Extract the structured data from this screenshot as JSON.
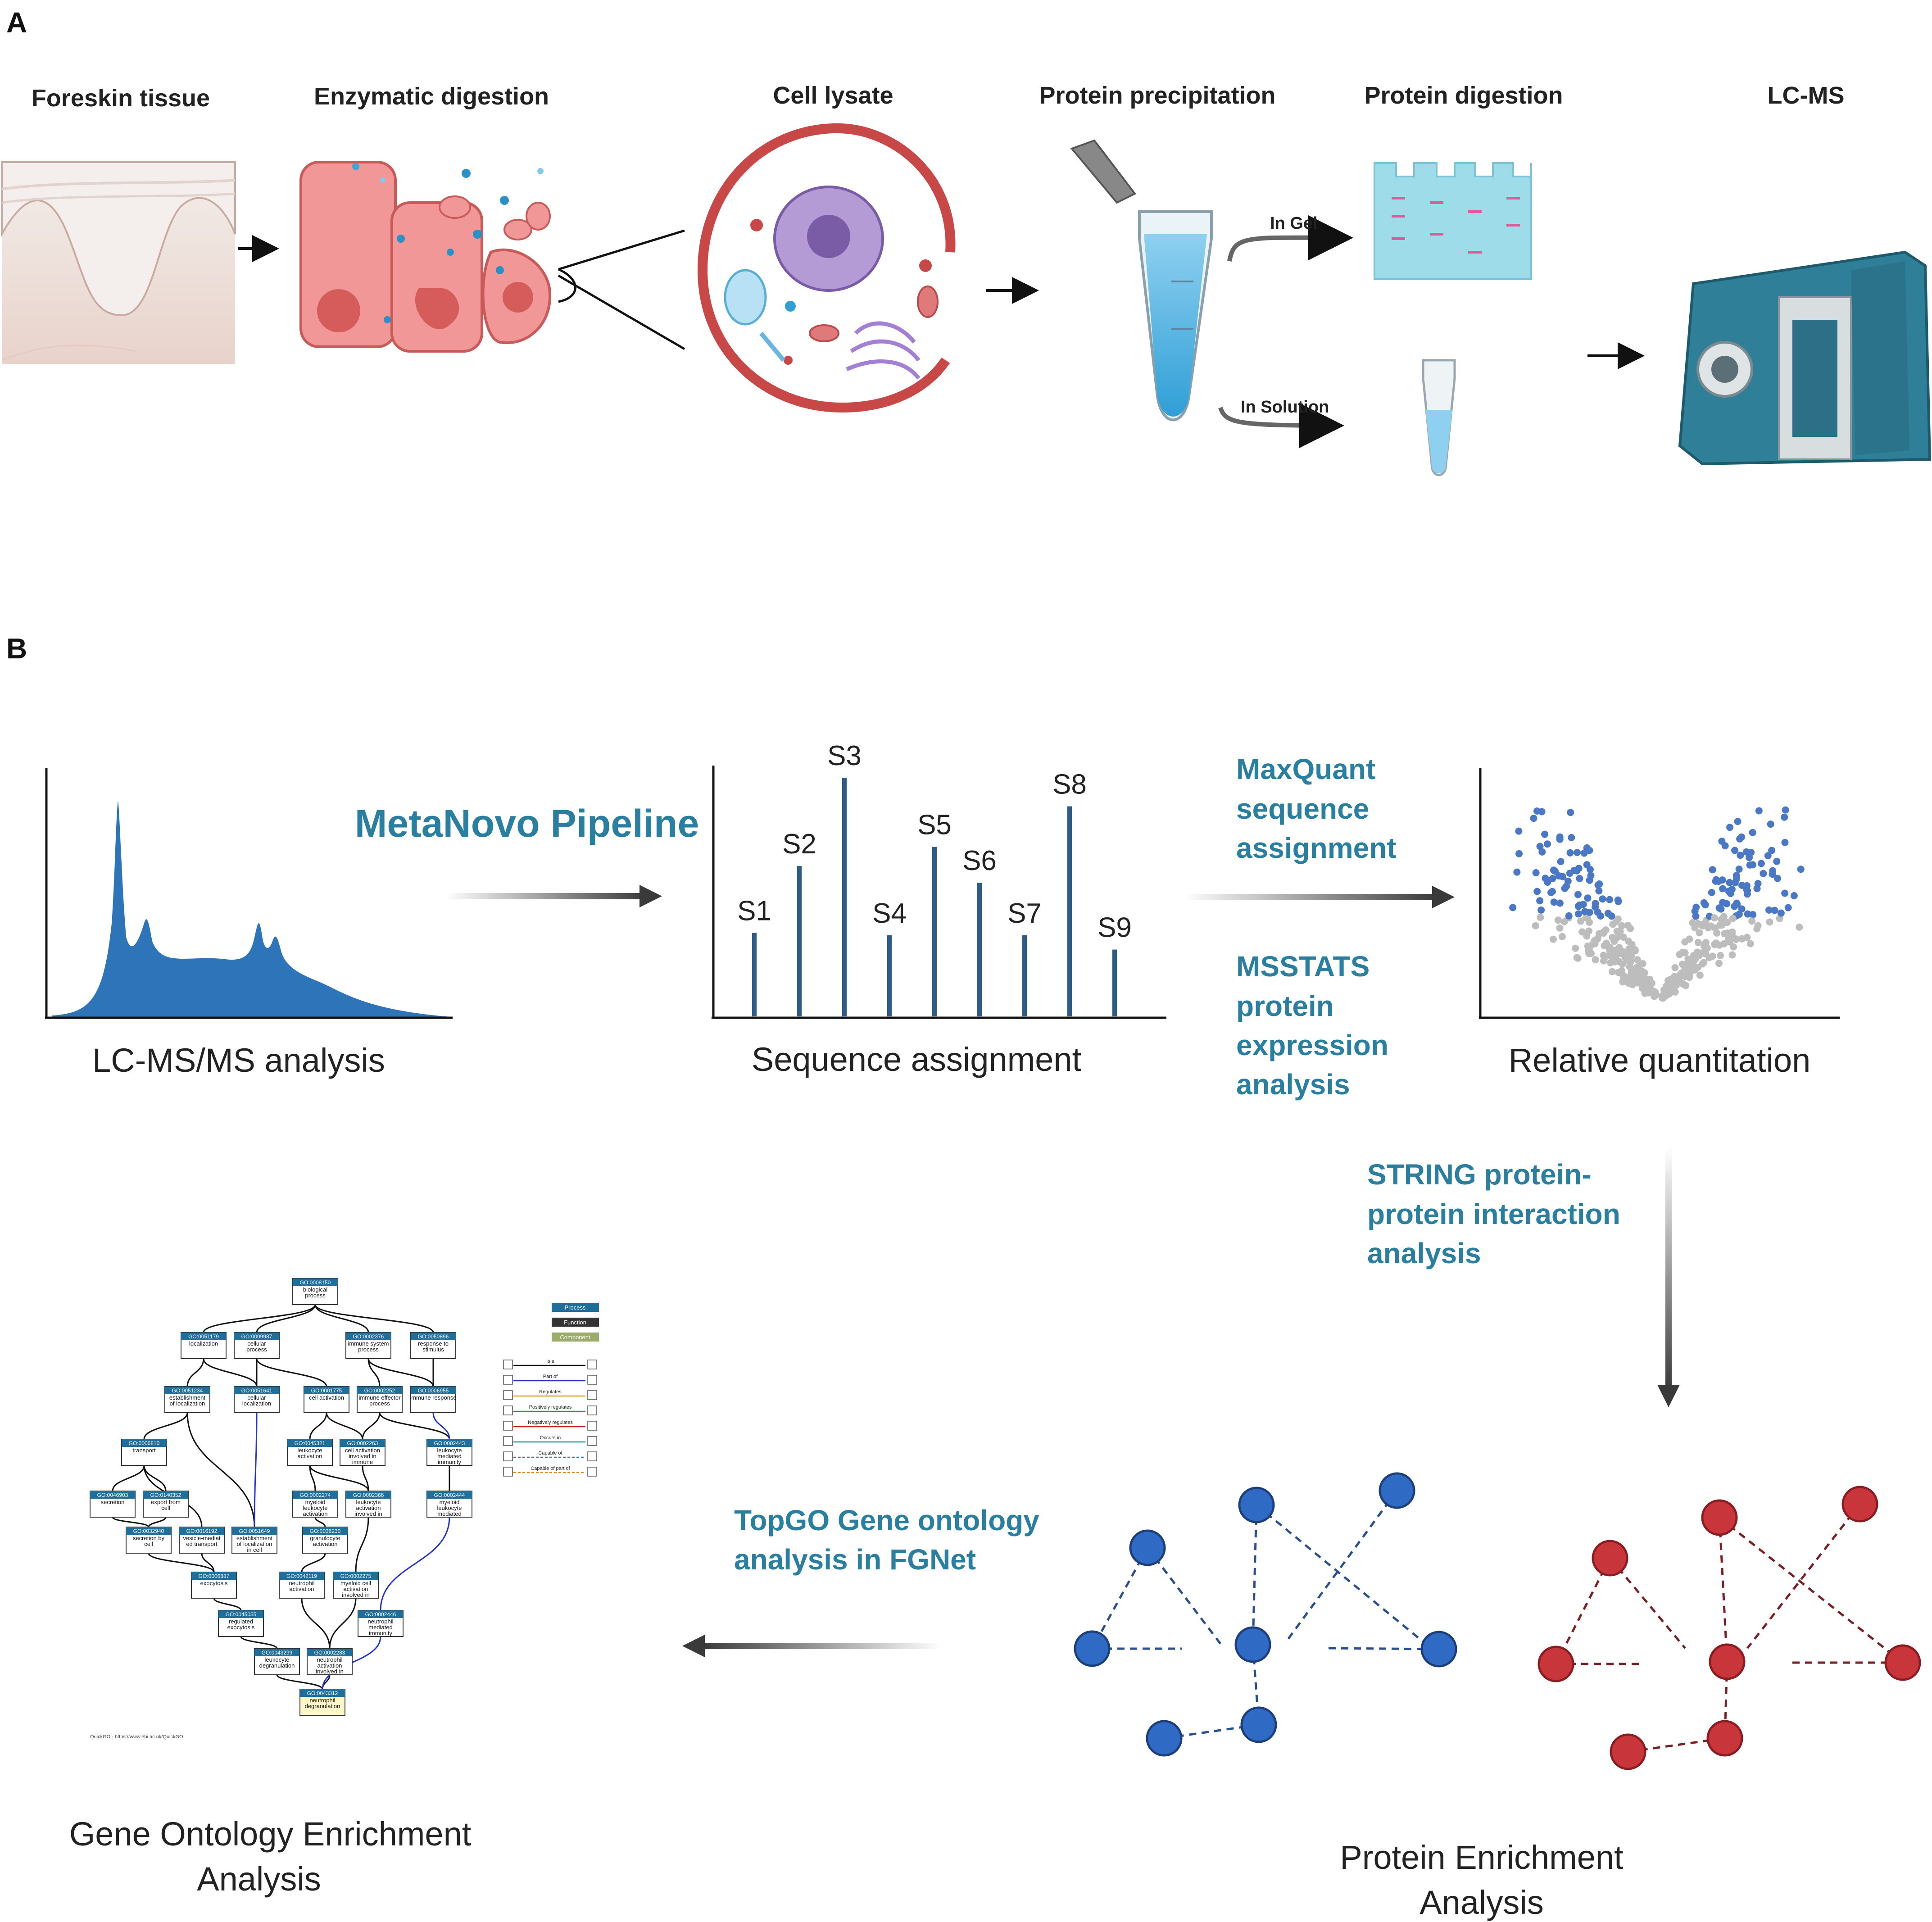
{
  "panel_a": {
    "label": "A",
    "steps": [
      "Foreskin tissue",
      "Enzymatic digestion",
      "Cell lysate",
      "Protein precipitation",
      "Protein digestion",
      "LC-MS"
    ],
    "branch_in_gel": "In Gel",
    "branch_in_solution": "In Solution"
  },
  "panel_b": {
    "label": "B",
    "lcms_caption": "LC-MS/MS analysis",
    "pipeline_label": "MetaNovo Pipeline",
    "seq_caption": "Sequence assignment",
    "seq_bars": [
      {
        "label": "S1",
        "value": 35
      },
      {
        "label": "S2",
        "value": 63
      },
      {
        "label": "S3",
        "value": 100
      },
      {
        "label": "S4",
        "value": 34
      },
      {
        "label": "S5",
        "value": 71
      },
      {
        "label": "S6",
        "value": 56
      },
      {
        "label": "S7",
        "value": 34
      },
      {
        "label": "S8",
        "value": 88
      },
      {
        "label": "S9",
        "value": 28
      }
    ],
    "maxquant_lines": [
      "MaxQuant",
      "sequence",
      "assignment"
    ],
    "msstats_lines": [
      "MSSTATS",
      "protein",
      "expression",
      "analysis"
    ],
    "quant_caption": "Relative quantitation",
    "string_lines": [
      "STRING protein-",
      "protein interaction",
      "analysis"
    ],
    "topgo_lines": [
      "TopGO Gene ontology",
      "analysis in FGNet"
    ],
    "protein_caption_lines": [
      "Protein Enrichment",
      "Analysis"
    ],
    "go_caption_lines": [
      "Gene Ontology Enrichment",
      "Analysis"
    ],
    "go_graph": {
      "nodes": [
        {
          "id": "GO:0008150",
          "label": "biological process"
        },
        {
          "id": "GO:0051179",
          "label": "localization"
        },
        {
          "id": "GO:0009987",
          "label": "cellular process"
        },
        {
          "id": "GO:0002376",
          "label": "immune system process"
        },
        {
          "id": "GO:0050896",
          "label": "response to stimulus"
        },
        {
          "id": "GO:0051234",
          "label": "establishment of localization"
        },
        {
          "id": "GO:0051641",
          "label": "cellular localization"
        },
        {
          "id": "GO:0001775",
          "label": "cell activation"
        },
        {
          "id": "GO:0002252",
          "label": "immune effector process"
        },
        {
          "id": "GO:0006955",
          "label": "immune response"
        },
        {
          "id": "GO:0006810",
          "label": "transport"
        },
        {
          "id": "GO:0045321",
          "label": "leukocyte activation"
        },
        {
          "id": "GO:0002263",
          "label": "cell activation involved in immune"
        },
        {
          "id": "GO:0002443",
          "label": "leukocyte mediated immunity"
        },
        {
          "id": "GO:0046903",
          "label": "secretion"
        },
        {
          "id": "GO:0140352",
          "label": "export from cell"
        },
        {
          "id": "GO:0002274",
          "label": "myeloid leukocyte activation"
        },
        {
          "id": "GO:0002366",
          "label": "leukocyte activation involved in"
        },
        {
          "id": "GO:0002444",
          "label": "myeloid leukocyte mediated"
        },
        {
          "id": "GO:0032940",
          "label": "secretion by cell"
        },
        {
          "id": "GO:0016192",
          "label": "vesicle-mediat ed transport"
        },
        {
          "id": "GO:0051649",
          "label": "establishment of localization in cell"
        },
        {
          "id": "GO:0036230",
          "label": "granulocyte activation"
        },
        {
          "id": "GO:0006887",
          "label": "exocytosis"
        },
        {
          "id": "GO:0042119",
          "label": "neutrophil activation"
        },
        {
          "id": "GO:0002275",
          "label": "myeloid cell activation involved in"
        },
        {
          "id": "GO:0045055",
          "label": "regulated exocytosis"
        },
        {
          "id": "GO:0002446",
          "label": "neutrophil mediated immunity"
        },
        {
          "id": "GO:0043299",
          "label": "leukocyte degranulation"
        },
        {
          "id": "GO:0002283",
          "label": "neutrophil activation involved in"
        },
        {
          "id": "GO:0043312",
          "label": "neutrophil degranulation"
        }
      ],
      "legend_types": [
        "Process",
        "Function",
        "Component"
      ],
      "legend_relations": [
        "Is a",
        "Part of",
        "Regulates",
        "Positively regulates",
        "Negatively regulates",
        "Occurs in",
        "Capable of",
        "Capable of part of"
      ],
      "source": "QuickGO - https://www.ebi.ac.uk/QuickGO"
    },
    "colors": {
      "lc_fill": "#2e74b8",
      "bar_color": "#2c5d89",
      "teal_text": "#2a7fa0",
      "volcano_sig": "#4a78c4",
      "volcano_ns": "#bdbdbd",
      "network_blue": "#2f6bc4",
      "network_red": "#c8353b",
      "go_header": "#1f6f9a"
    }
  }
}
